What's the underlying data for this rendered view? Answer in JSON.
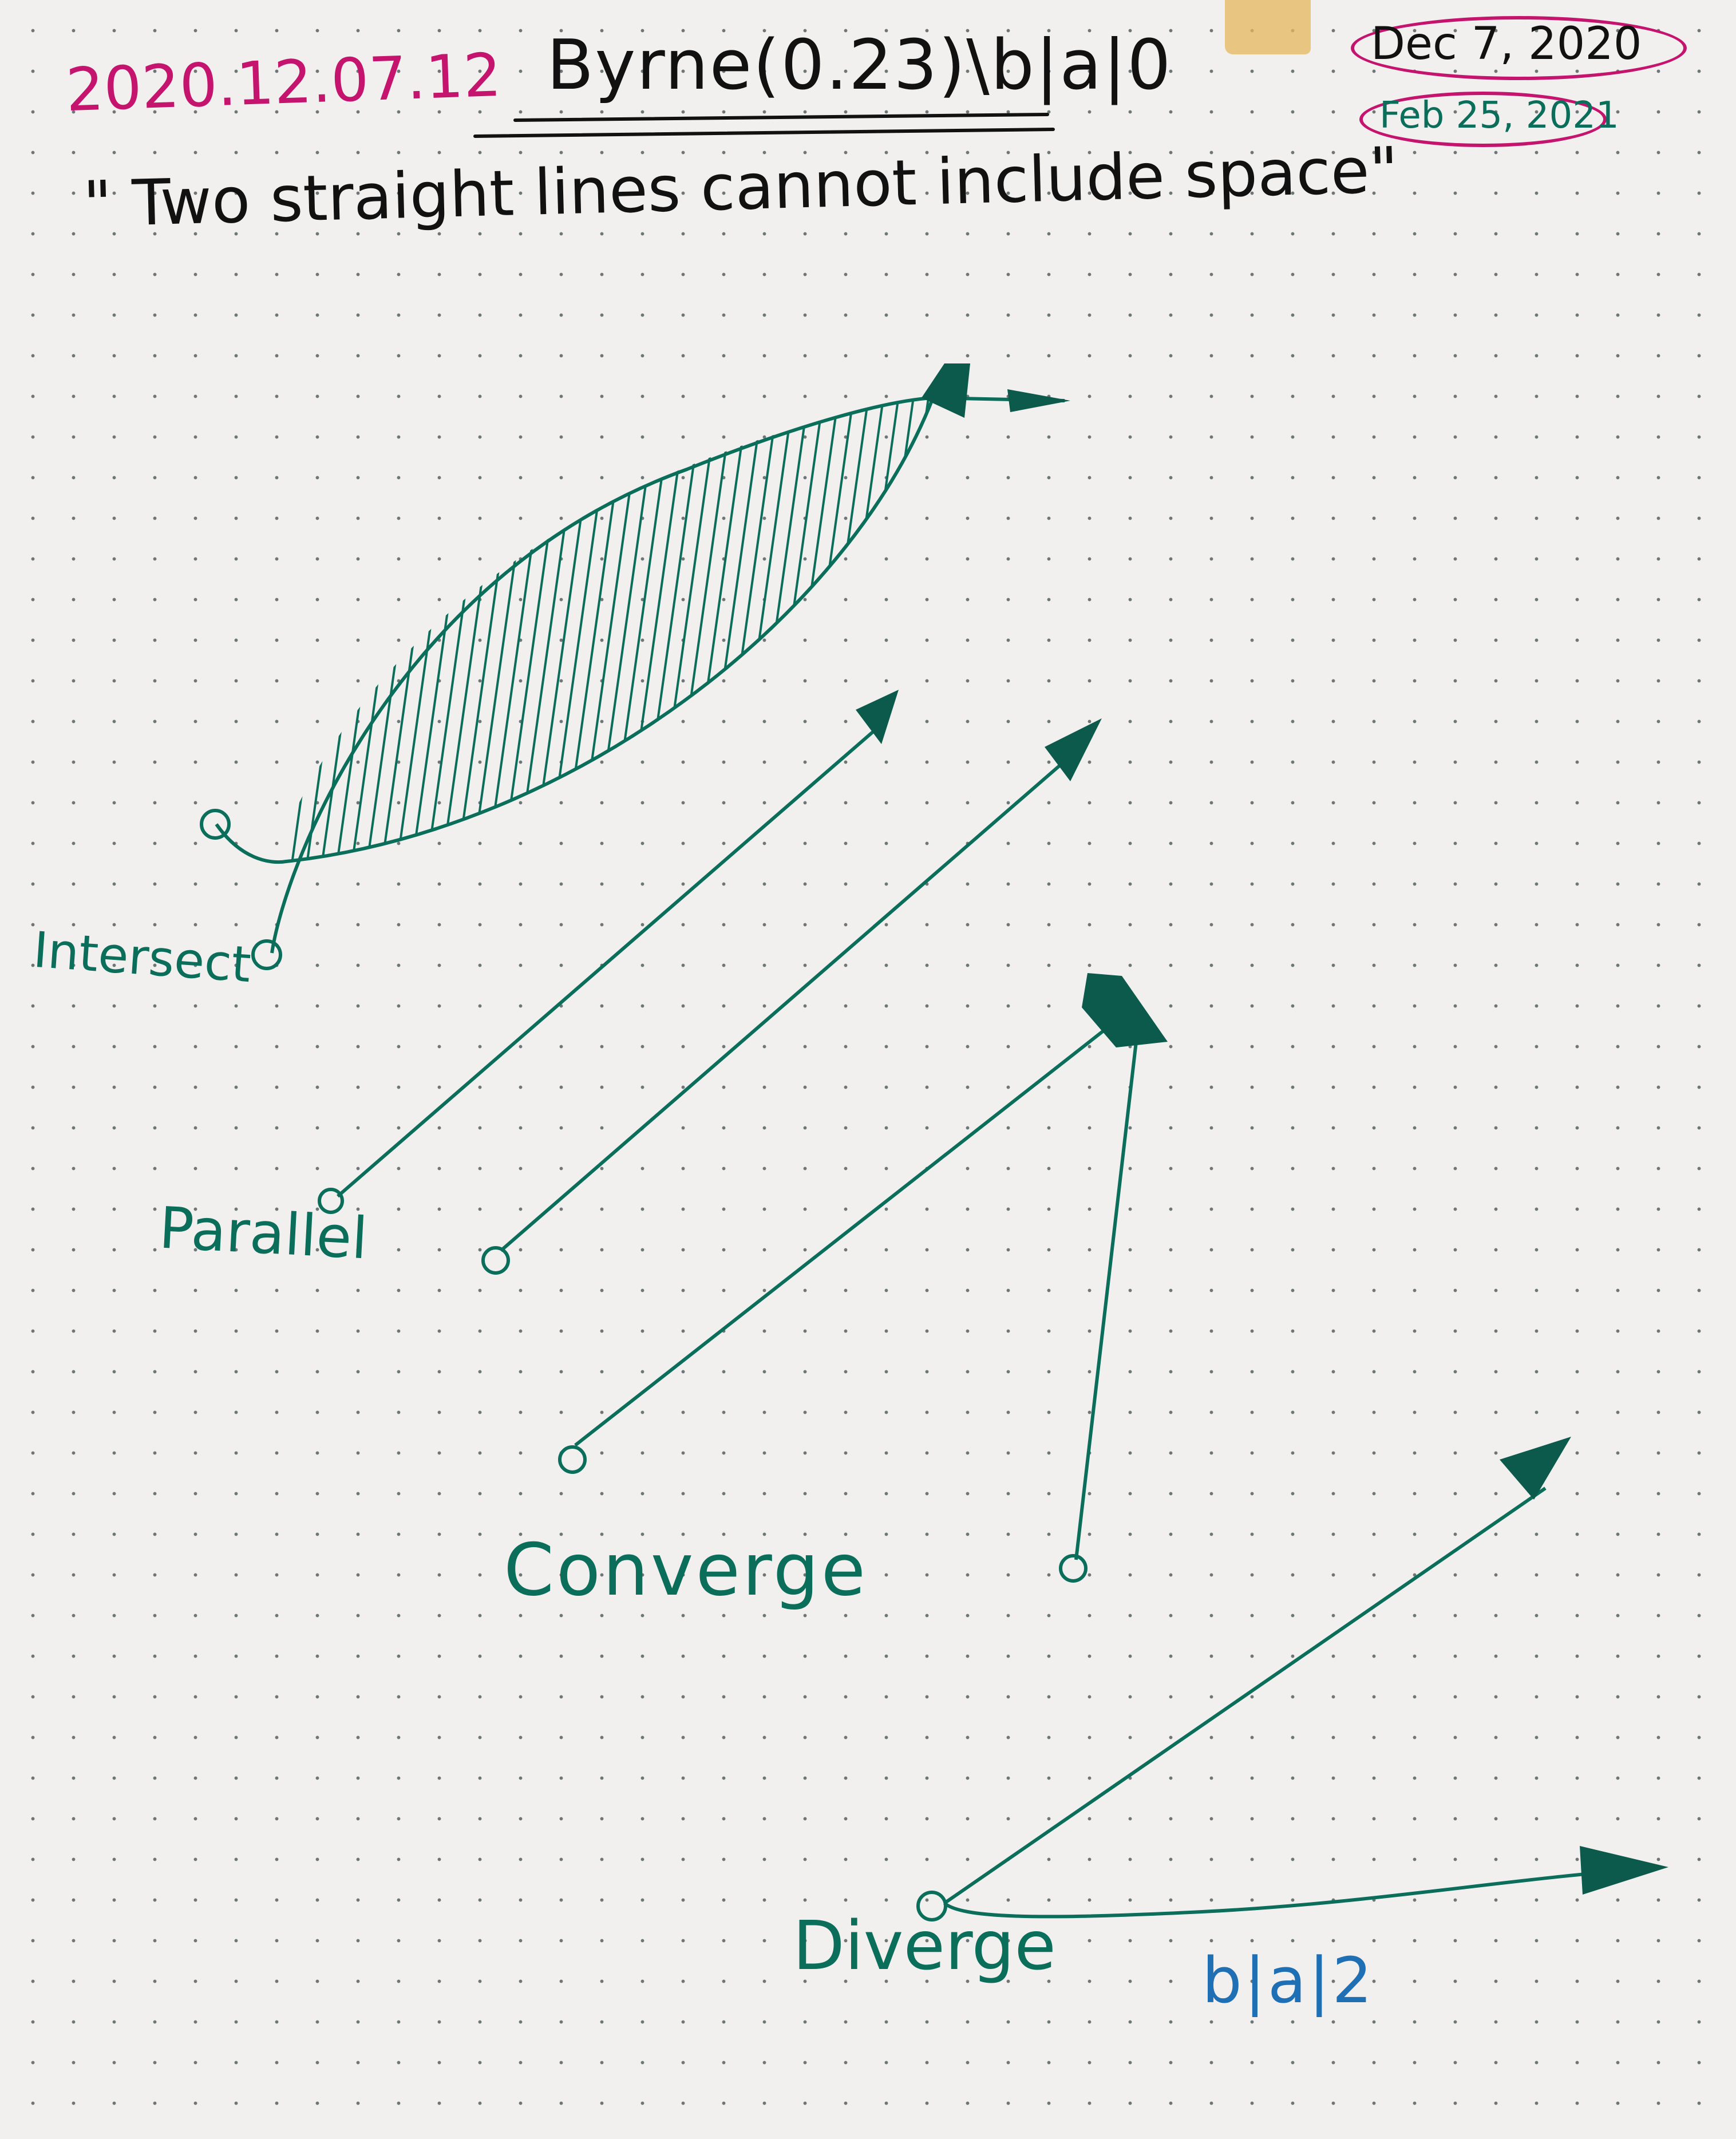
{
  "header": {
    "date": "2020.12.07.12",
    "title": "Byrne(0.23)\\b|a|0",
    "subtitle": "\" Two straight lines cannot include space\"",
    "log_dates": [
      "Dec 7, 2020",
      "Feb 25, 2021"
    ]
  },
  "diagram": {
    "intersect_label": "Intersect",
    "parallel_label": "Parallel",
    "converge_label": "Converge",
    "diverge_label": "Diverge",
    "footnote": "b|a|2"
  },
  "colors": {
    "date_ink": "#c4146e",
    "pen_ink": "#111111",
    "drawing_ink": "#0a6e5a",
    "note_ink": "#1f6fb4",
    "paper": "#f1f0ee",
    "tape": "#e4b85c"
  }
}
